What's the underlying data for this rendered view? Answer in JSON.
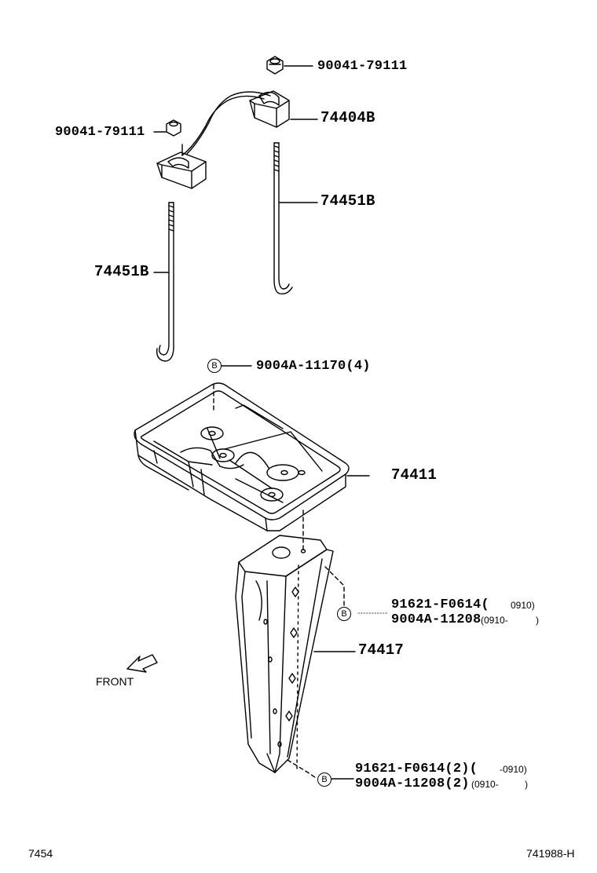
{
  "parts": {
    "nut_top": "90041-79111",
    "nut_left": "90041-79111",
    "clamp": "74404B",
    "rod_right": "74451B",
    "rod_left": "74451B",
    "bolt_tray": "9004A-11170(4)",
    "tray": "74411",
    "bracket": "74417",
    "rivet_mid_1": "91621-F0614(",
    "rivet_mid_1_range": "0910)",
    "rivet_mid_2": "9004A-11208",
    "rivet_mid_2_range": "(0910-",
    "rivet_mid_2_close": ")",
    "rivet_bot_1": "91621-F0614(2)(",
    "rivet_bot_1_range": "-0910)",
    "rivet_bot_2": "9004A-11208(2)",
    "rivet_bot_2_range": "(0910-",
    "rivet_bot_2_close": ")"
  },
  "markers": {
    "b": "B"
  },
  "front_label": "FRONT",
  "footer": {
    "left": "7454",
    "right": "741988-H"
  }
}
